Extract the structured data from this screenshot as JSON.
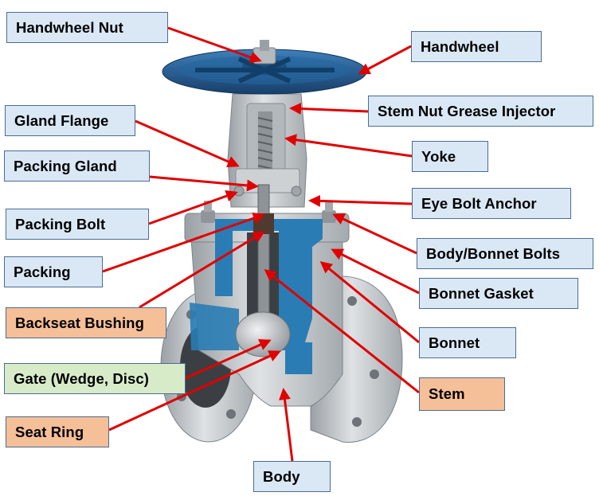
{
  "labels": {
    "handwheel_nut": "Handwheel Nut",
    "handwheel": "Handwheel",
    "stem_nut_grease_injector": "Stem Nut Grease Injector",
    "gland_flange": "Gland Flange",
    "yoke": "Yoke",
    "packing_gland": "Packing Gland",
    "eye_bolt_anchor": "Eye Bolt Anchor",
    "packing_bolt": "Packing Bolt",
    "body_bonnet_bolts": "Body/Bonnet Bolts",
    "packing": "Packing",
    "bonnet_gasket": "Bonnet Gasket",
    "backseat_bushing": "Backseat Bushing",
    "bonnet": "Bonnet",
    "gate": "Gate (Wedge, Disc)",
    "stem": "Stem",
    "seat_ring": "Seat Ring",
    "body": "Body"
  },
  "colors": {
    "box_blue": "#dae8f5",
    "box_orange": "#f5bf98",
    "box_green": "#d8ebc9",
    "box_border": "#4a6c94",
    "arrow": "#e00000",
    "handwheel": "#1f5c94",
    "cutaway": "#2a7cb4",
    "metal": "#c9cdd0"
  }
}
